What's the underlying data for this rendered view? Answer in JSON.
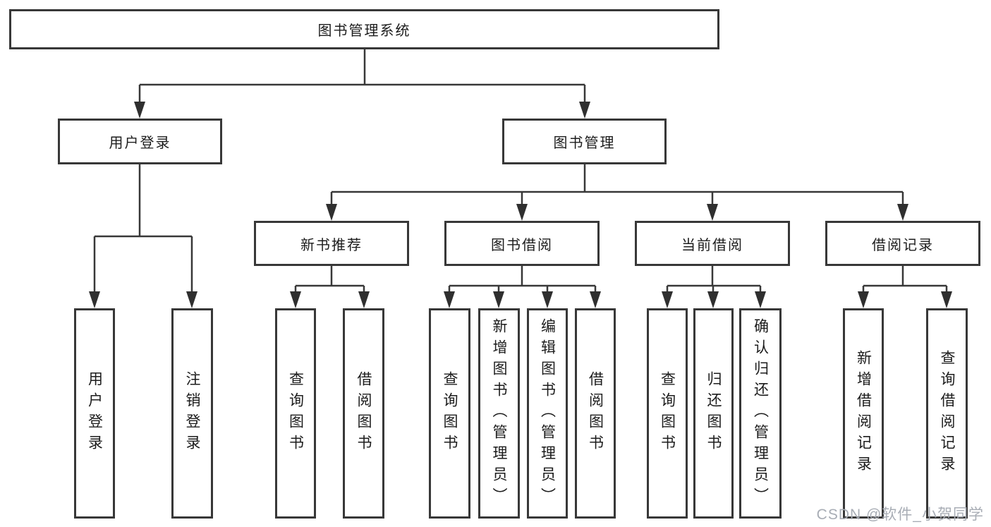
{
  "diagram": {
    "title": "图书管理系统",
    "colors": {
      "line": "#383838",
      "arrow": "#2f2f2f",
      "text": "#1c1c1c",
      "watermark": "#a8adb5",
      "background": "#ffffff"
    },
    "tree": {
      "label": "图书管理系统",
      "children": [
        {
          "label": "用户登录",
          "children": [
            {
              "label": "用户登录"
            },
            {
              "label": "注销登录"
            }
          ]
        },
        {
          "label": "图书管理",
          "children": [
            {
              "label": "新书推荐",
              "children": [
                {
                  "label": "查询图书"
                },
                {
                  "label": "借阅图书"
                }
              ]
            },
            {
              "label": "图书借阅",
              "children": [
                {
                  "label": "查询图书"
                },
                {
                  "label": "新增图书（管理员）"
                },
                {
                  "label": "编辑图书（管理员）"
                },
                {
                  "label": "借阅图书"
                }
              ]
            },
            {
              "label": "当前借阅",
              "children": [
                {
                  "label": "查询图书"
                },
                {
                  "label": "归还图书"
                },
                {
                  "label": "确认归还（管理员）"
                }
              ]
            },
            {
              "label": "借阅记录",
              "children": [
                {
                  "label": "新增借阅记录"
                },
                {
                  "label": "查询借阅记录"
                }
              ]
            }
          ]
        }
      ]
    }
  },
  "watermark": {
    "text": "CSDN @软件_小贺同学"
  }
}
